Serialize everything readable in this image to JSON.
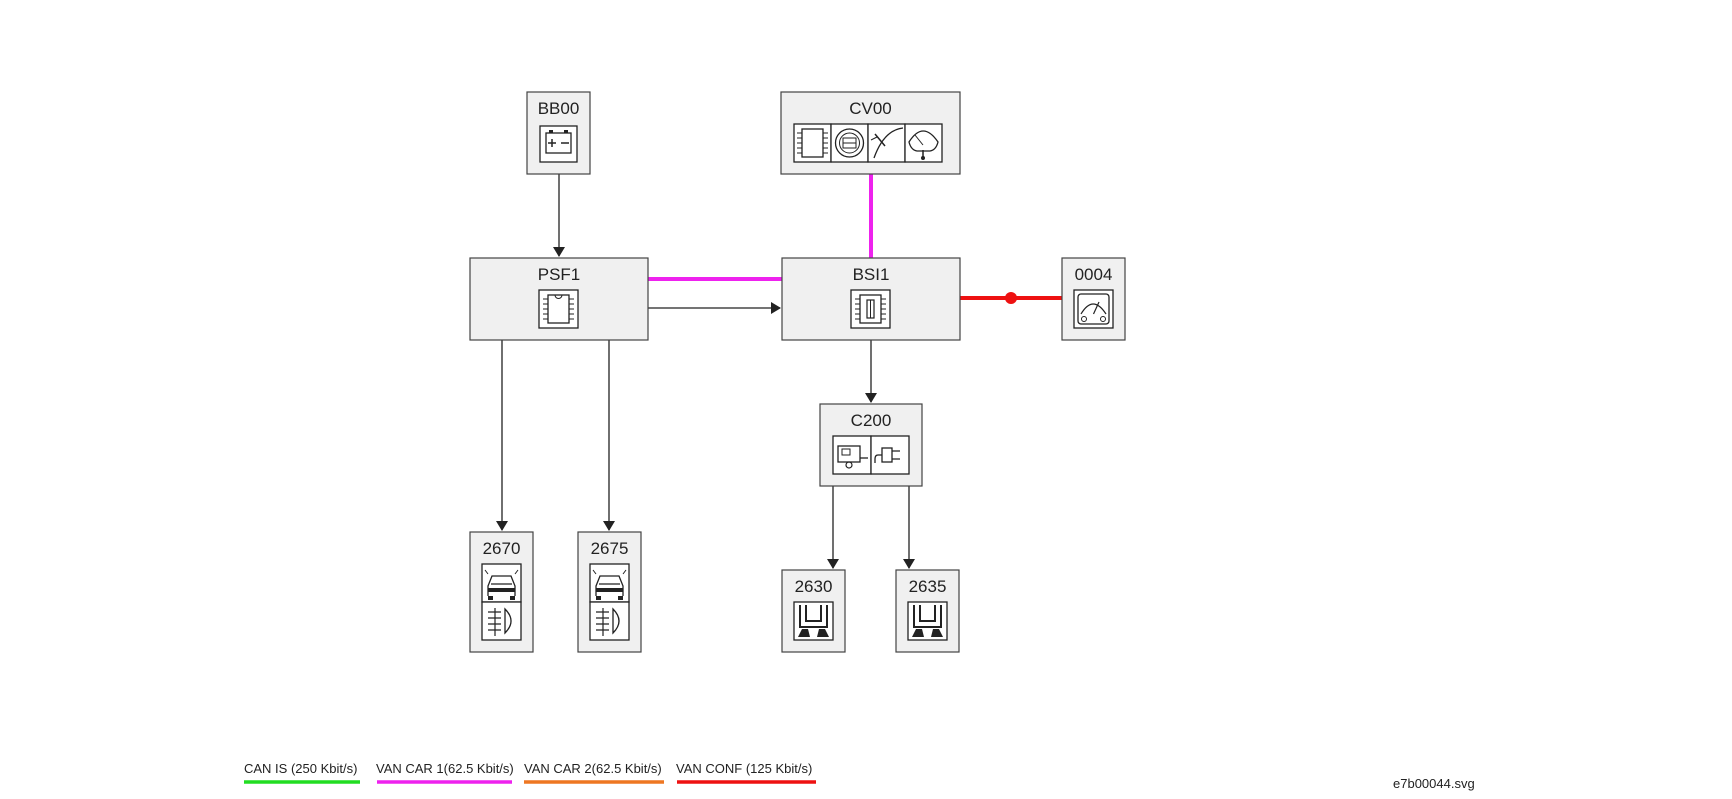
{
  "nodes": {
    "bb00": {
      "label": "BB00",
      "icons": [
        "battery-icon"
      ]
    },
    "cv00": {
      "label": "CV00",
      "icons": [
        "chip-icon",
        "radio-dial-icon",
        "wiper-icon",
        "gauge-icon"
      ]
    },
    "psf1": {
      "label": "PSF1",
      "icons": [
        "chip-icon"
      ]
    },
    "bsi1": {
      "label": "BSI1",
      "icons": [
        "fuse-chip-icon"
      ]
    },
    "n0004": {
      "label": "0004",
      "icons": [
        "dashboard-gauge-icon"
      ]
    },
    "c200": {
      "label": "C200",
      "icons": [
        "trailer-icon",
        "electric-plug-icon"
      ]
    },
    "n2670": {
      "label": "2670",
      "icons": [
        "car-front-icon",
        "fog-light-icon"
      ]
    },
    "n2675": {
      "label": "2675",
      "icons": [
        "car-front-icon",
        "fog-light-icon"
      ]
    },
    "n2630": {
      "label": "2630",
      "icons": [
        "trailer-light-icon"
      ]
    },
    "n2635": {
      "label": "2635",
      "icons": [
        "trailer-light-icon"
      ]
    }
  },
  "links": [
    {
      "from": "BB00",
      "to": "PSF1",
      "type": "wire"
    },
    {
      "from": "PSF1",
      "to": "BSI1",
      "type": "wire"
    },
    {
      "from": "PSF1",
      "to": "BSI1",
      "type": "VAN CAR 1"
    },
    {
      "from": "CV00",
      "to": "BSI1",
      "type": "VAN CAR 1"
    },
    {
      "from": "BSI1",
      "to": "0004",
      "type": "VAN CONF"
    },
    {
      "from": "BSI1",
      "to": "C200",
      "type": "wire"
    },
    {
      "from": "PSF1",
      "to": "2670",
      "type": "wire"
    },
    {
      "from": "PSF1",
      "to": "2675",
      "type": "wire"
    },
    {
      "from": "C200",
      "to": "2630",
      "type": "wire"
    },
    {
      "from": "C200",
      "to": "2635",
      "type": "wire"
    }
  ],
  "legend": [
    {
      "label": "CAN IS (250 Kbit/s)",
      "color": "#22dd22"
    },
    {
      "label": "VAN CAR 1(62.5 Kbit/s)",
      "color": "#ee22ee"
    },
    {
      "label": "VAN CAR 2(62.5 Kbit/s)",
      "color": "#ee7722"
    },
    {
      "label": "VAN CONF (125 Kbit/s)",
      "color": "#ee1111"
    }
  ],
  "colors": {
    "van_car_1": "#ee22ee",
    "van_conf": "#ee1111",
    "wire": "#222222"
  },
  "filename": "e7b00044.svg"
}
